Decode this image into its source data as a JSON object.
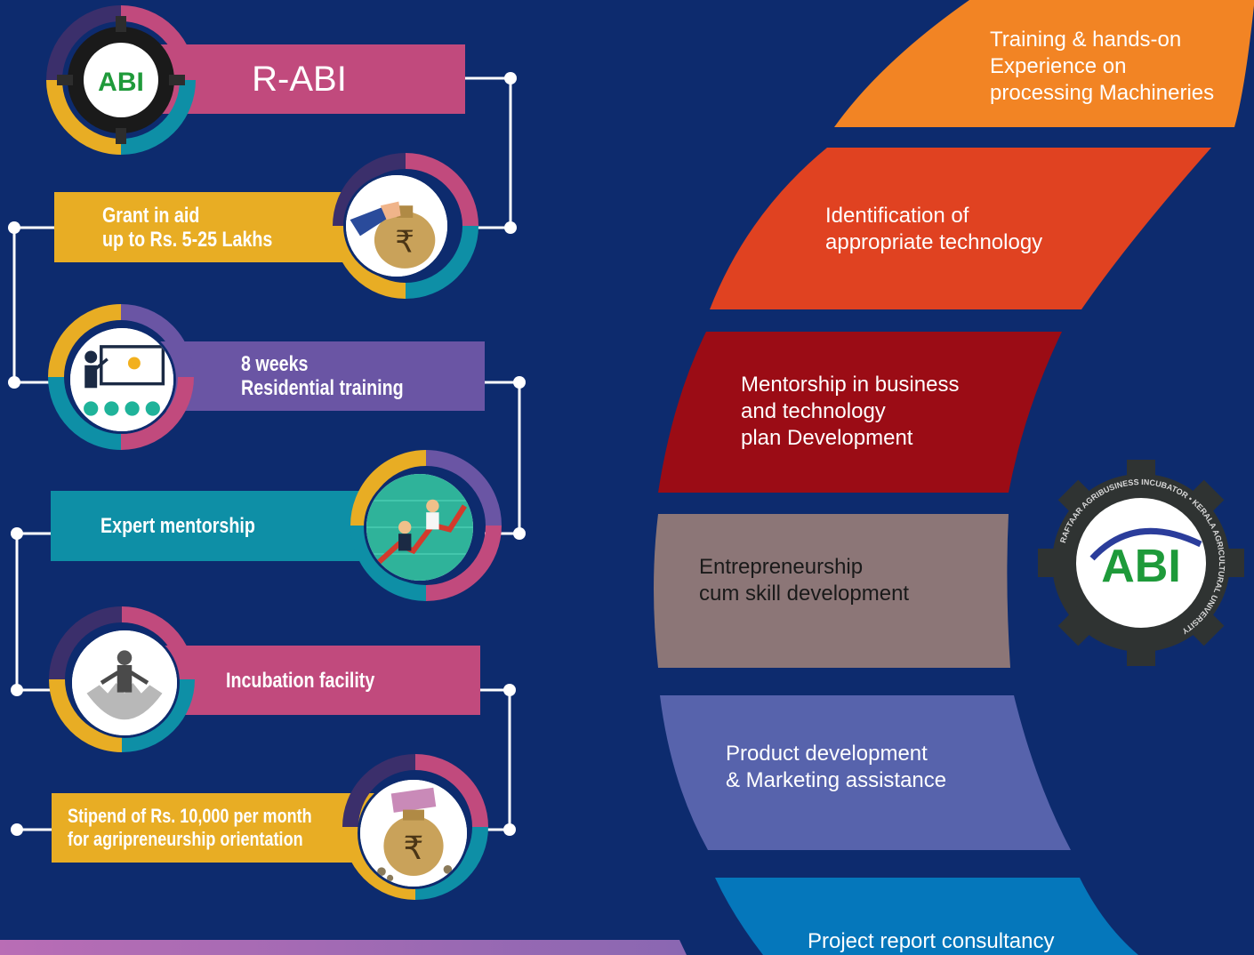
{
  "left_flow": {
    "title": "R-ABI",
    "steps": [
      {
        "lines": [
          "Grant in aid",
          "up to Rs. 5-25 Lakhs"
        ],
        "icon": "money-bag-icon"
      },
      {
        "lines": [
          "8 weeks",
          "Residential training"
        ],
        "icon": "classroom-presentation-icon"
      },
      {
        "lines": [
          "Expert mentorship"
        ],
        "icon": "mentorship-growth-icon"
      },
      {
        "lines": [
          "Incubation facility"
        ],
        "icon": "hatching-egg-icon"
      },
      {
        "lines": [
          "Stipend of Rs. 10,000 per month",
          "for agripreneurship orientation"
        ],
        "icon": "cash-bag-icon"
      }
    ]
  },
  "right_services": [
    {
      "text": "Training & hands-on\nExperience on\nprocessing Machineries",
      "color": "#f28424"
    },
    {
      "text": "Identification of\nappropriate technology",
      "color": "#e04221"
    },
    {
      "text": "Mentorship in business\nand technology\nplan Development",
      "color": "#9b0c15"
    },
    {
      "text": "Entrepreneurship\ncum skill development",
      "color": "#8c7677"
    },
    {
      "text": "Product development\n& Marketing assistance",
      "color": "#5763ac"
    },
    {
      "text": "Project report consultancy",
      "color": "#0577bb"
    }
  ],
  "logo": {
    "mark": "ABI",
    "ring_text": "RAFTAAR AGRIBUSINESS INCUBATOR • KERALA AGRICULTURAL UNIVERSITY"
  },
  "colors": {
    "background": "#0d2b6e",
    "pink": "#c14a7d",
    "gold": "#e8ad24",
    "purple": "#6a55a4",
    "teal": "#0e8fa6",
    "ring_dark": "#3b2f6b"
  }
}
